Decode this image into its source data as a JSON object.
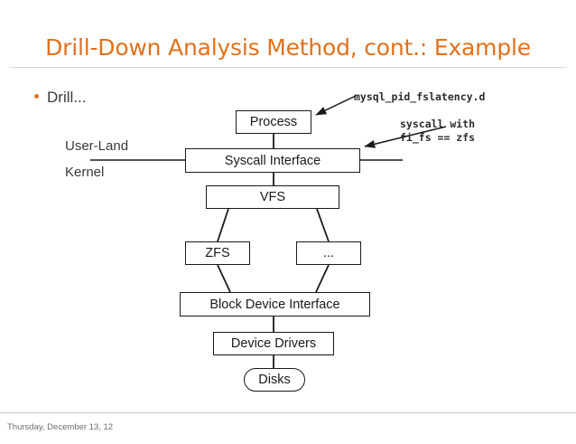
{
  "slide": {
    "title": "Drill-Down Analysis Method, cont.: Example",
    "bullet": "Drill...",
    "bullet_color": "#E2711D",
    "title_color": "#E2711D"
  },
  "annotations": {
    "command": "mysql_pid_fslatency.d",
    "condition_line1": "syscall with",
    "condition_line2": "fi_fs == zfs"
  },
  "layers": {
    "user_land": "User-Land",
    "kernel": "Kernel"
  },
  "diagram": {
    "type": "flow-stack",
    "nodes": [
      {
        "id": "process",
        "label": "Process",
        "shape": "rect"
      },
      {
        "id": "syscall",
        "label": "Syscall Interface",
        "shape": "rect"
      },
      {
        "id": "vfs",
        "label": "VFS",
        "shape": "rect"
      },
      {
        "id": "zfs",
        "label": "ZFS",
        "shape": "rect"
      },
      {
        "id": "other",
        "label": "...",
        "shape": "rect"
      },
      {
        "id": "bdi",
        "label": "Block Device Interface",
        "shape": "rect"
      },
      {
        "id": "drivers",
        "label": "Device Drivers",
        "shape": "rect"
      },
      {
        "id": "disks",
        "label": "Disks",
        "shape": "rounded-rect"
      }
    ],
    "edges": [
      {
        "from": "process",
        "to": "syscall"
      },
      {
        "from": "syscall",
        "to": "vfs"
      },
      {
        "from": "vfs",
        "to": "zfs"
      },
      {
        "from": "vfs",
        "to": "other"
      },
      {
        "from": "zfs",
        "to": "bdi"
      },
      {
        "from": "other",
        "to": "bdi"
      },
      {
        "from": "bdi",
        "to": "drivers"
      },
      {
        "from": "drivers",
        "to": "disks"
      }
    ],
    "callouts": [
      {
        "target": "process",
        "label": "mysql_pid_fslatency.d"
      },
      {
        "target": "syscall",
        "label": "syscall with fi_fs == zfs"
      }
    ]
  },
  "footer": {
    "date": "Thursday, December 13, 12"
  }
}
